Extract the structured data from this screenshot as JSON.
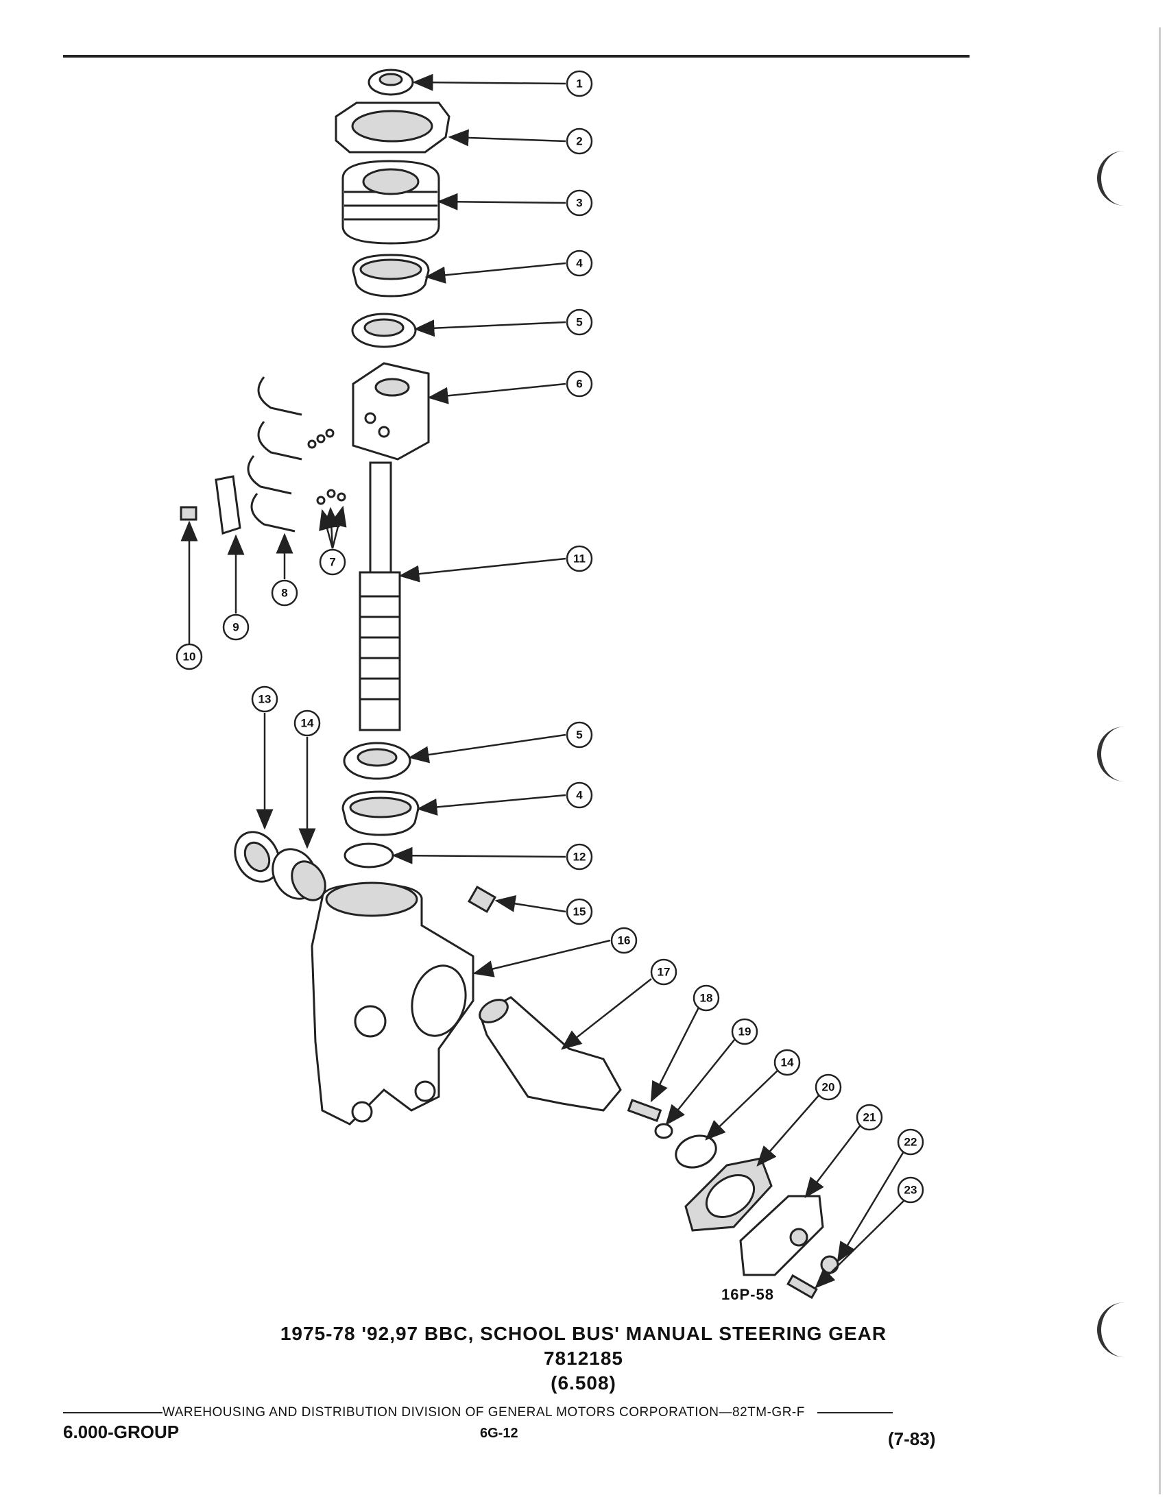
{
  "figure": {
    "code": "16P-58",
    "title": "1975-78 '92,97 BBC, SCHOOL BUS' MANUAL STEERING GEAR",
    "part_number": "7812185",
    "section_ref": "(6.508)"
  },
  "callouts": [
    "1",
    "2",
    "3",
    "4",
    "5",
    "6",
    "7",
    "8",
    "9",
    "10",
    "11",
    "5",
    "4",
    "12",
    "13",
    "14",
    "15",
    "16",
    "17",
    "18",
    "19",
    "14",
    "20",
    "21",
    "22",
    "23"
  ],
  "footer": {
    "line": "WAREHOUSING AND DISTRIBUTION  DIVISION OF GENERAL MOTORS CORPORATION—82TM-GR-F",
    "group": "6.000-GROUP",
    "page": "6G-12",
    "revision": "(7-83)"
  }
}
